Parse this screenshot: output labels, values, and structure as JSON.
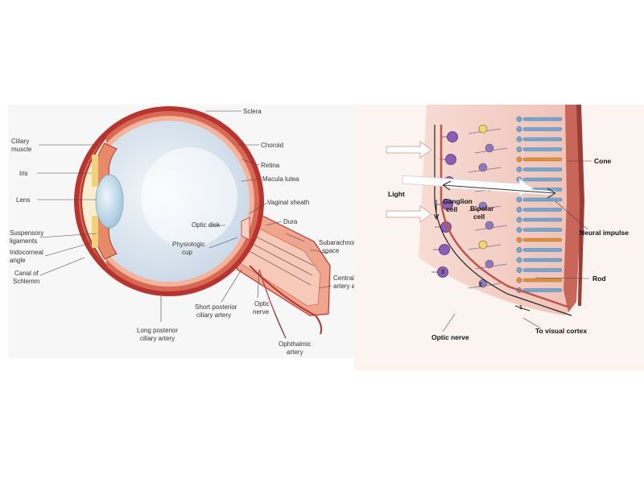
{
  "eye_diagram": {
    "labels": {
      "sclera": "Sclera",
      "choroid": "Choroid",
      "retina": "Retina",
      "macula": "Macula lutea",
      "vaginal_sheath": "Vaginal sheath",
      "dura": "Dura",
      "subarachnoid": [
        "Subarachnoid",
        "space"
      ],
      "central_artery": [
        "Central r",
        "artery an"
      ],
      "ciliary_muscle": [
        "Ciliary",
        "muscle"
      ],
      "iris": "Iris",
      "lens": "Lens",
      "suspensory": [
        "Suspensory",
        "ligaments"
      ],
      "iridocorneal": [
        "Iridocorneal",
        "angle"
      ],
      "canal": [
        "Canal of",
        "Schlemm"
      ],
      "optic_disk": "Optic disk",
      "physiologic_cup": [
        "Physiologic",
        "cup"
      ],
      "short_posterior": [
        "Short posterior",
        "ciliary artery"
      ],
      "optic_nerve": [
        "Optic",
        "nerve"
      ],
      "long_posterior": [
        "Long posterior",
        "ciliary artery"
      ],
      "ophthalmic": [
        "Ophthalmic",
        "artery"
      ]
    }
  },
  "retina_diagram": {
    "labels": {
      "light": "Light",
      "ganglion": [
        "Ganglion",
        "cell"
      ],
      "bipolar": [
        "Bipolar",
        "cell"
      ],
      "cone": "Cone",
      "neural_impulse": "Neural impulse",
      "rod": "Rod",
      "to_visual_cortex": "To visual cortex",
      "optic_nerve": "Optic nerve"
    },
    "numbers": [
      "1",
      "2",
      "3"
    ]
  },
  "colors": {
    "sclera": "#b8352f",
    "choroid": "#d86a55",
    "vitreous": "#dde8f0",
    "lens": "#bcd8ea",
    "iris": "#f0d27a",
    "rod": "#6fa8d6",
    "cone": "#e8902e",
    "bipolar": "#f2d77a",
    "ganglion": "#8a5fb8",
    "tissue": "#f3cfc6"
  }
}
